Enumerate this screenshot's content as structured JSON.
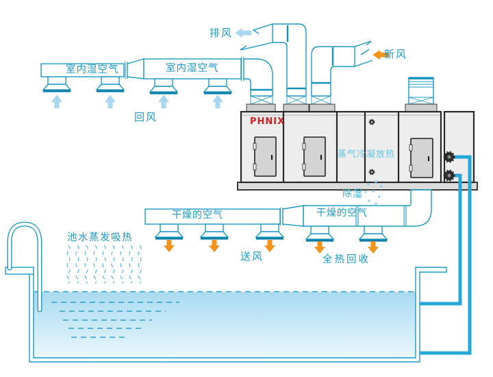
{
  "diagram": {
    "labels": {
      "exhaust_air": "排风",
      "fresh_air": "新风",
      "indoor_humid_air_left": "室内湿空气",
      "indoor_humid_air_right": "室内湿空气",
      "return_air": "回风",
      "brand": "PHNIX",
      "vapor_condensation_heat_release": "蒸气冷凝放热",
      "dehumidification": "除湿",
      "dry_air_left": "干燥的空气",
      "dry_air_right": "干燥的空气",
      "supply_air": "送风",
      "pool_water_evaporation_heat_absorption": "池水蒸发吸热",
      "total_heat_recovery": "全热回收"
    },
    "colors": {
      "duct_outline": "#1b99c4",
      "light_blue_arrow": "#a9d7ef",
      "orange_arrow": "#f0941e",
      "pipe_blue": "#27a7d8",
      "brand_red": "#cc2222",
      "unit_body": "#ededed",
      "condensation_text": "#5ec5e6",
      "water_top": "#a9dbf2",
      "water_bottom": "#eaf7fd"
    }
  }
}
